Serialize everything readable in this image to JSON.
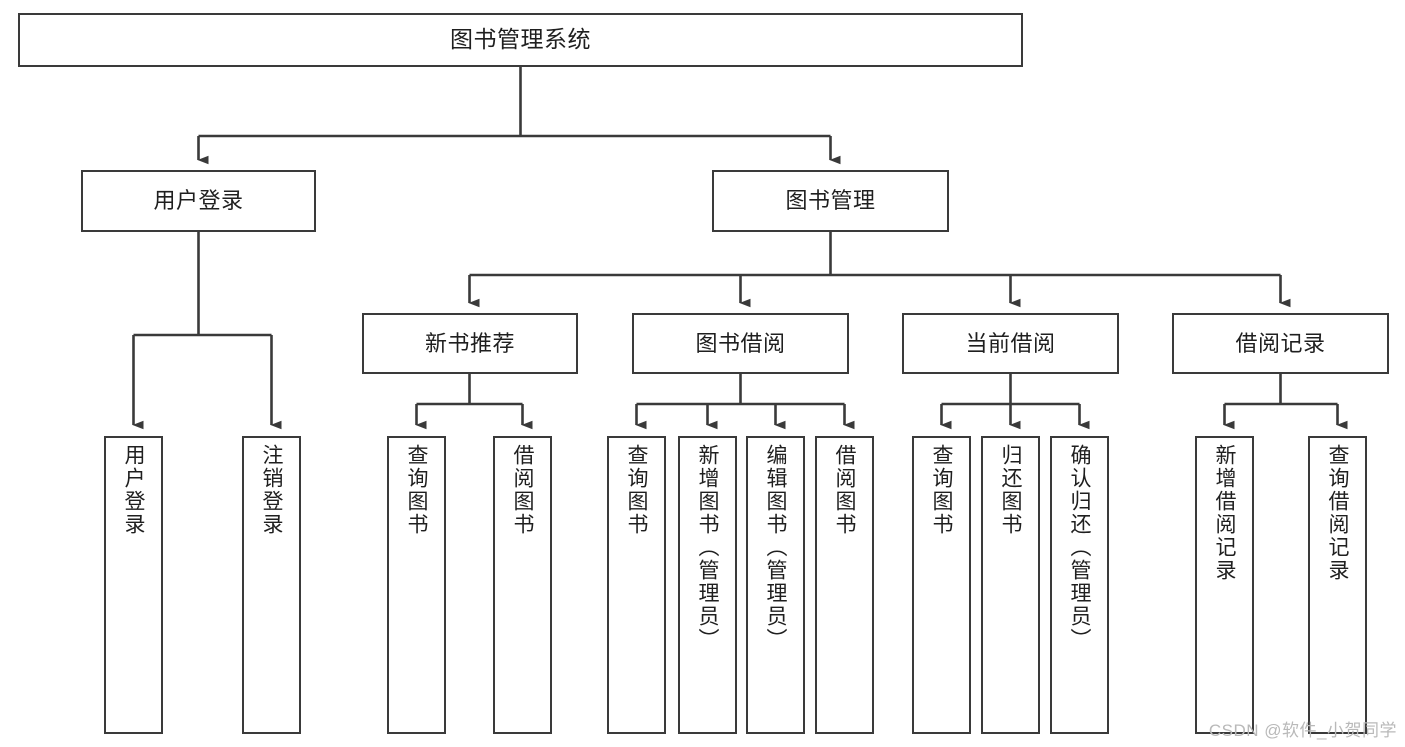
{
  "diagram": {
    "title": "图书管理系统",
    "type": "tree-hierarchy-chart",
    "stroke_color": "#3a3a3a",
    "background_color": "#ffffff",
    "text_color": "#1f1f1f"
  },
  "root": {
    "label": "图书管理系统"
  },
  "level2": [
    {
      "label": "用户登录"
    },
    {
      "label": "图书管理"
    }
  ],
  "level3": [
    {
      "label": "新书推荐"
    },
    {
      "label": "图书借阅"
    },
    {
      "label": "当前借阅"
    },
    {
      "label": "借阅记录"
    }
  ],
  "leaves": {
    "user_login": [
      {
        "label": "用户登录"
      },
      {
        "label": "注销登录"
      }
    ],
    "new_book_recommend": [
      {
        "label": "查询图书"
      },
      {
        "label": "借阅图书"
      }
    ],
    "book_borrow": [
      {
        "label": "查询图书"
      },
      {
        "label": "新增图书（管理员）"
      },
      {
        "label": "编辑图书（管理员）"
      },
      {
        "label": "借阅图书"
      }
    ],
    "current_borrow": [
      {
        "label": "查询图书"
      },
      {
        "label": "归还图书"
      },
      {
        "label": "确认归还（管理员）"
      }
    ],
    "borrow_record": [
      {
        "label": "新增借阅记录"
      },
      {
        "label": "查询借阅记录"
      }
    ]
  },
  "watermark": {
    "text": "CSDN @软件_小贺同学"
  }
}
